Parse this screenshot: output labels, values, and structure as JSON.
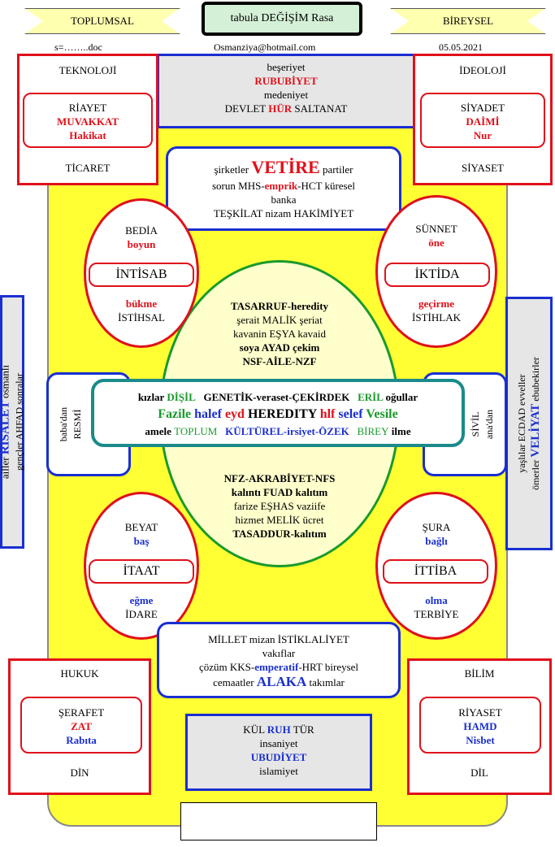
{
  "header": {
    "left_banner": "TOPLUMSAL",
    "title": "tabula DEĞİŞİM Rasa",
    "right_banner": "BİREYSEL",
    "file": "s=……..doc",
    "email": "Osmanziya@hotmail.com",
    "date": "05.05.2021"
  },
  "top_center": {
    "l1": "beşeriyet",
    "l2": "RUBUBİYET",
    "l3": "medeniyet",
    "l4a": "DEVLET",
    "l4b": "HÜR",
    "l4c": "SALTANAT"
  },
  "top_left": {
    "top": "TEKNOLOJİ",
    "i1": "RİAYET",
    "i2": "MUVAKKAT",
    "i3": "Hakikat",
    "bottom": "TİCARET"
  },
  "top_right": {
    "top": "İDEOLOJİ",
    "i1": "SİYADET",
    "i2": "DAİMİ",
    "i3": "Nur",
    "bottom": "SİYASET"
  },
  "upper_mid": {
    "l1a": "şirketler",
    "l1b": "VETİRE",
    "l1c": "partiler",
    "l2a": "sorun MHS-",
    "l2b": "emprik",
    "l2c": "-HCT küresel",
    "l3": "banka",
    "l4": "TEŞKİLAT nizam   HAKİMİYET"
  },
  "oval_ul": {
    "t1": "BEDİA",
    "t2": "boyun",
    "box": "İNTİSAB",
    "b1": "bükme",
    "b2": "İSTİHSAL"
  },
  "oval_ur": {
    "t1": "SÜNNET",
    "t2": "öne",
    "box": "İKTİDA",
    "b1": "geçirme",
    "b2": "İSTİHLAK"
  },
  "oval_ll": {
    "t1": "BEYAT",
    "t2": "baş",
    "box": "İTAAT",
    "b1": "eğme",
    "b2": "İDARE"
  },
  "oval_lr": {
    "t1": "ŞURA",
    "t2": "bağlı",
    "box": "İTTİBA",
    "b1": "olma",
    "b2": "TERBİYE"
  },
  "center_top": {
    "l1": "TASARRUF-heredity",
    "l2": "şerait MALİK şeriat",
    "l3": "kavanin EŞYA kavaid",
    "l4": "soya AYAD çekim",
    "l5": "NSF-AİLE-NZF"
  },
  "center_bottom": {
    "l1": "NFZ-AKRABİYET-NFS",
    "l2": "kalıntı FUAD kalıtım",
    "l3": "farize EŞHAS vaziife",
    "l4": "hizmet  MELİK ücret",
    "l5": "TASADDUR-kalıtım"
  },
  "central_band": {
    "r1a": "kızlar",
    "r1b": "DİŞİL",
    "r1c": "GENETİK-veraset-ÇEKİRDEK",
    "r1d": "ERİL",
    "r1e": "oğullar",
    "r2a": "Fazile",
    "r2b": "halef",
    "r2c": "eyd",
    "r2d": "HEREDITY",
    "r2e": "hlf",
    "r2f": "selef",
    "r2g": "Vesile",
    "r3a": "amele",
    "r3b": "TOPLUM",
    "r3c": "KÜLTÜREL-irsiyet-ÖZEK",
    "r3d": "BİREY",
    "r3e": "ilme"
  },
  "side_left_inner": {
    "l1": "baba'dan",
    "l2": "RESMİ"
  },
  "side_right_inner": {
    "l1": "SİVİL",
    "l2": "ana'dan"
  },
  "side_left_outer": {
    "l1a": "ailler",
    "l1b": "RİSALET",
    "l1c": "osmanlı",
    "l2": "gençler AHFAD sonralar"
  },
  "side_right_outer": {
    "l1": "yaşlılar ECDAD   evveller",
    "l2a": "ömerler",
    "l2b": "VELİYAT",
    "l2c": "ebubekirler"
  },
  "lower_mid": {
    "l1": "MİLLET mizan İSTİKLALİYET",
    "l2": "vakıflar",
    "l3a": "çözüm KKS-",
    "l3b": "emperatif",
    "l3c": "-HRT bireysel",
    "l4a": "cemaatler",
    "l4b": "ALAKA",
    "l4c": "takımlar"
  },
  "bottom_left": {
    "top": "HUKUK",
    "i1": "ŞERAFET",
    "i2": "ZAT",
    "i3": "Rabıta",
    "bottom": "DİN"
  },
  "bottom_right": {
    "top": "BİLİM",
    "i1": "RİYASET",
    "i2": "HAMD",
    "i3": "Nisbet",
    "bottom": "DİL"
  },
  "bottom_center": {
    "l1a": "KÜL",
    "l1b": "RUH",
    "l1c": "TÜR",
    "l2": "insaniyet",
    "l3": "UBUDİYET",
    "l4": "islamiyet"
  }
}
